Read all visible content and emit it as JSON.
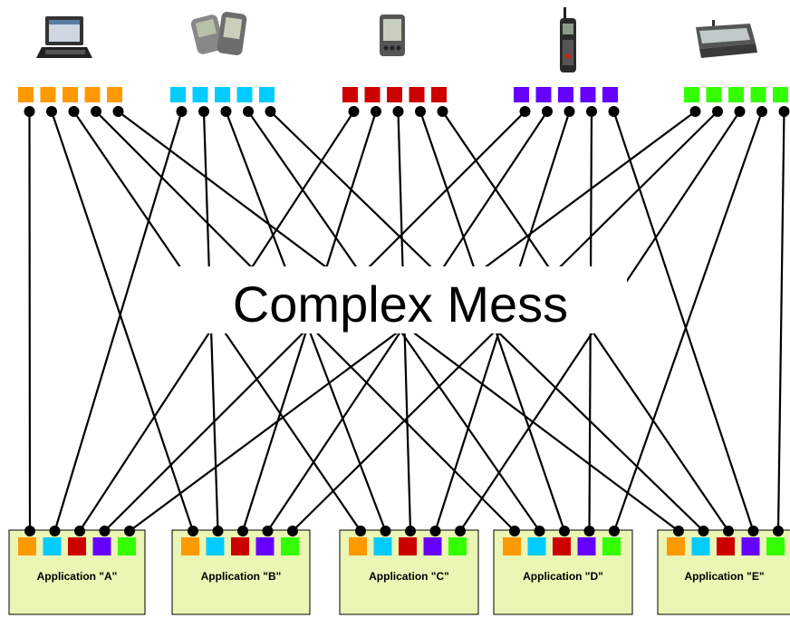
{
  "title": "Complex Mess",
  "port_colors": [
    "#FF9900",
    "#00CCFF",
    "#CC0000",
    "#6600FF",
    "#33FF00"
  ],
  "app_box_fill": "#EBF5B4",
  "line_color": "#000000",
  "devices": [
    {
      "name": "laptop",
      "icon": "laptop-icon",
      "color": "#FF9900"
    },
    {
      "name": "pda-pair",
      "icon": "pda-icon",
      "color": "#00CCFF"
    },
    {
      "name": "palm-handheld",
      "icon": "palm-icon",
      "color": "#CC0000"
    },
    {
      "name": "mobile-phone",
      "icon": "phone-icon",
      "color": "#6600FF"
    },
    {
      "name": "communicator",
      "icon": "communicator-icon",
      "color": "#33FF00"
    }
  ],
  "applications": [
    {
      "label": "Application \"A\""
    },
    {
      "label": "Application \"B\""
    },
    {
      "label": "Application \"C\""
    },
    {
      "label": "Application \"D\""
    },
    {
      "label": "Application \"E\""
    }
  ]
}
